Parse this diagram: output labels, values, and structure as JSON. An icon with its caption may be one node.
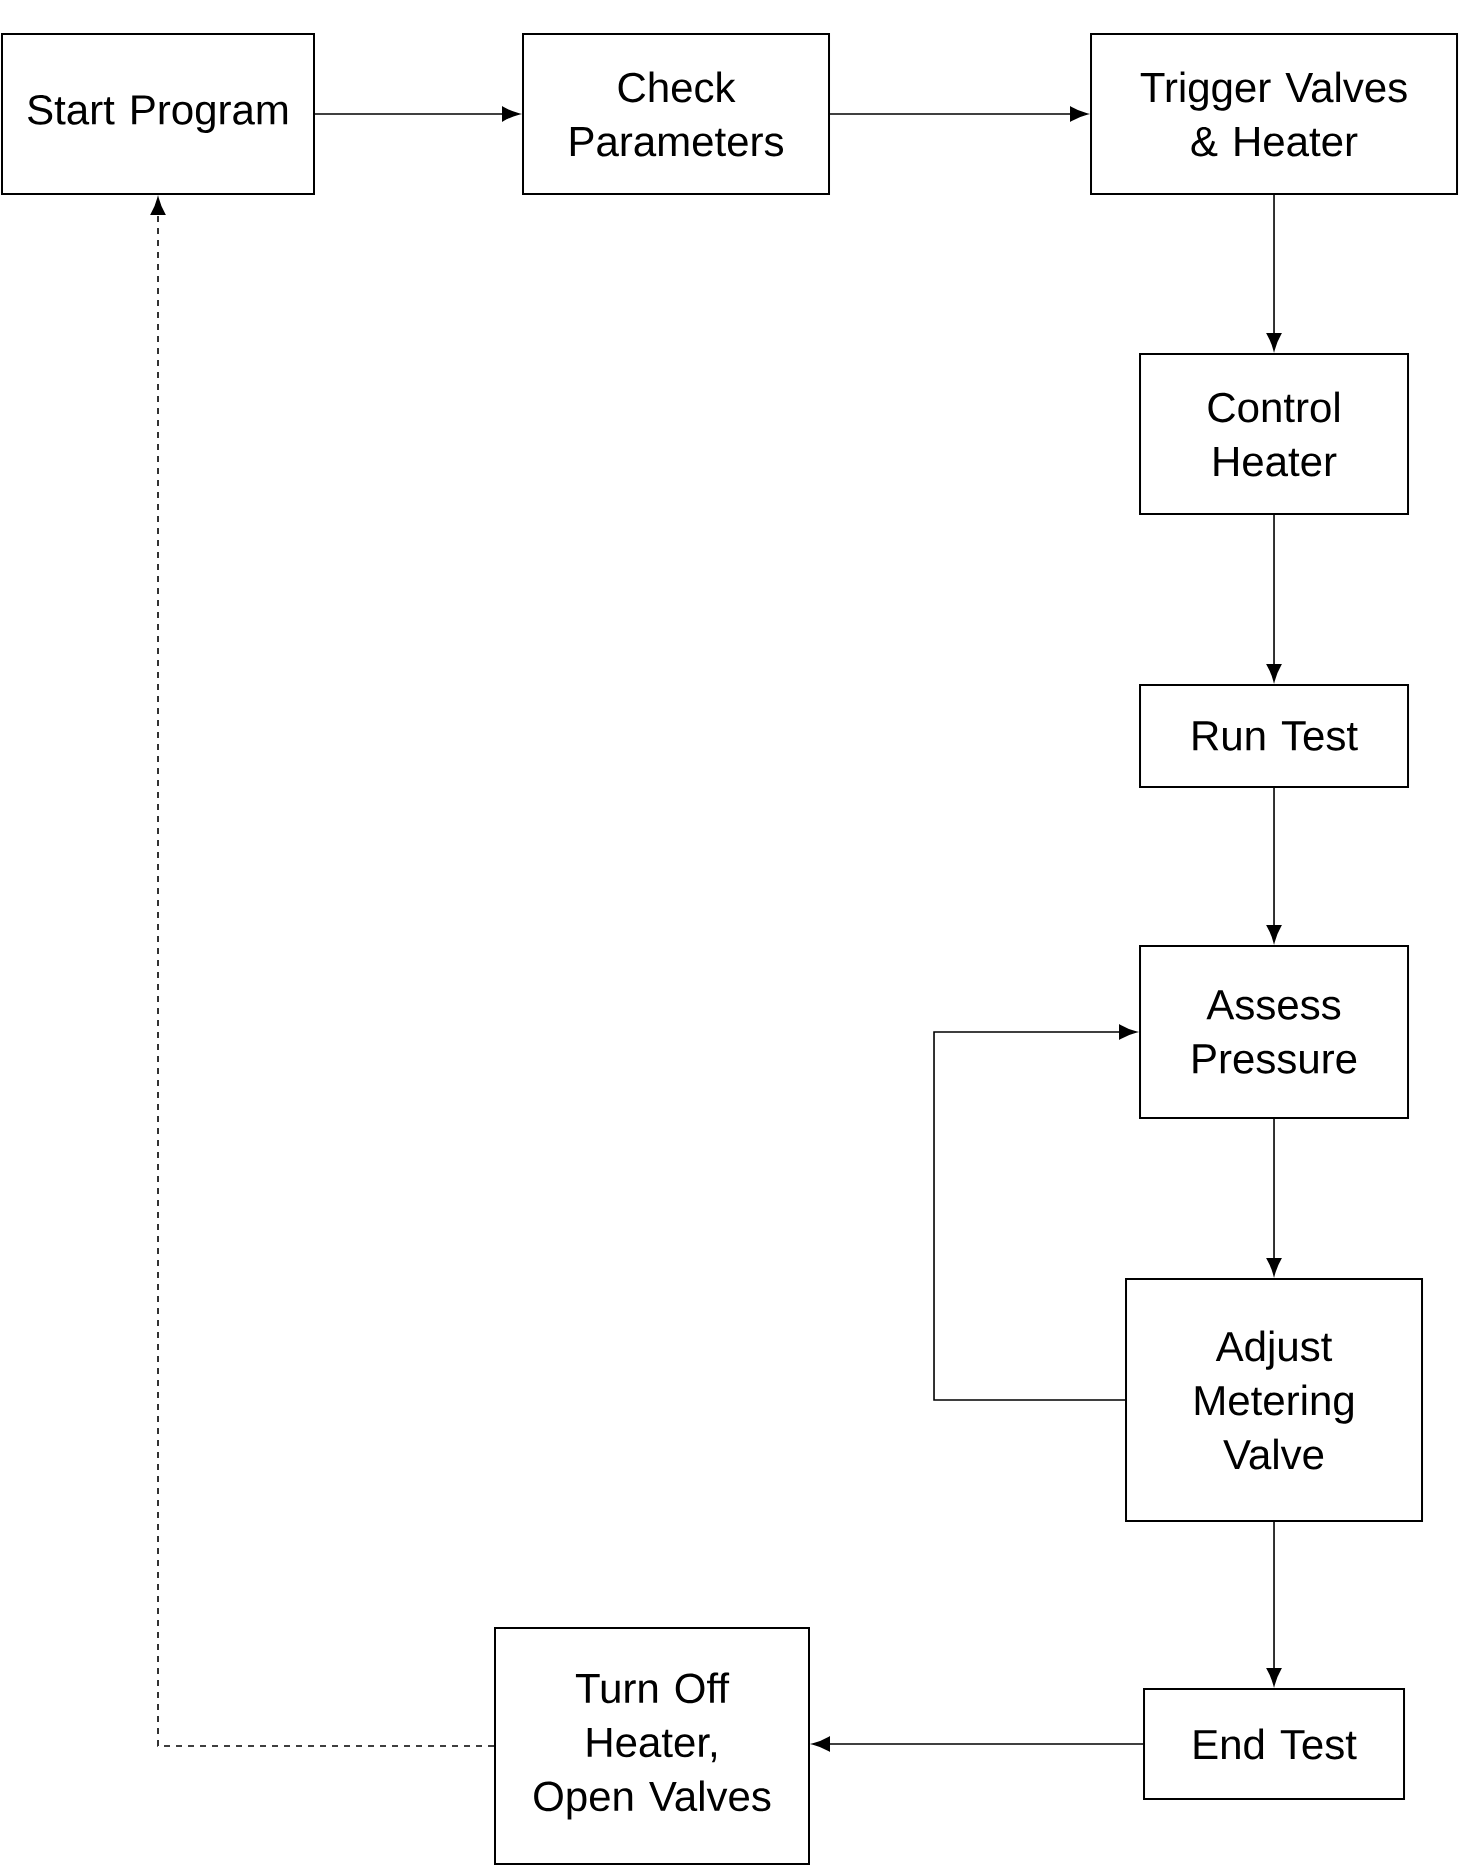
{
  "diagram": {
    "nodes": [
      {
        "text": [
          "Start Program"
        ]
      },
      {
        "text": [
          "Check Parameters"
        ]
      },
      {
        "text": [
          "Trigger Valves & Heater"
        ]
      },
      {
        "text": [
          "Control Heater"
        ]
      },
      {
        "text": [
          "Run Test"
        ]
      },
      {
        "text": [
          "Assess Pressure"
        ]
      },
      {
        "text": [
          "Adjust Metering Valve"
        ]
      },
      {
        "text": [
          "End Test"
        ]
      },
      {
        "text": [
          "Turn Off Heater, Open Valves"
        ]
      }
    ],
    "edges": [
      {
        "from": 0,
        "to": 1,
        "arrow": "to"
      },
      {
        "from": 1,
        "to": 2,
        "arrow": "to"
      },
      {
        "from": 2,
        "to": 3,
        "arrow": "to"
      },
      {
        "from": 3,
        "to": 4,
        "arrow": "to"
      },
      {
        "from": 4,
        "to": 5,
        "arrow": "to"
      },
      {
        "from": 5,
        "to": 6,
        "arrow": "to"
      },
      {
        "from": 6,
        "to": 5,
        "arrow": "to"
      },
      {
        "from": 6,
        "to": 7,
        "arrow": "to"
      },
      {
        "from": 7,
        "to": 8,
        "arrow": "to"
      },
      {
        "from": 8,
        "to": 0,
        "arrow": "to",
        "style": "dashed"
      }
    ]
  }
}
